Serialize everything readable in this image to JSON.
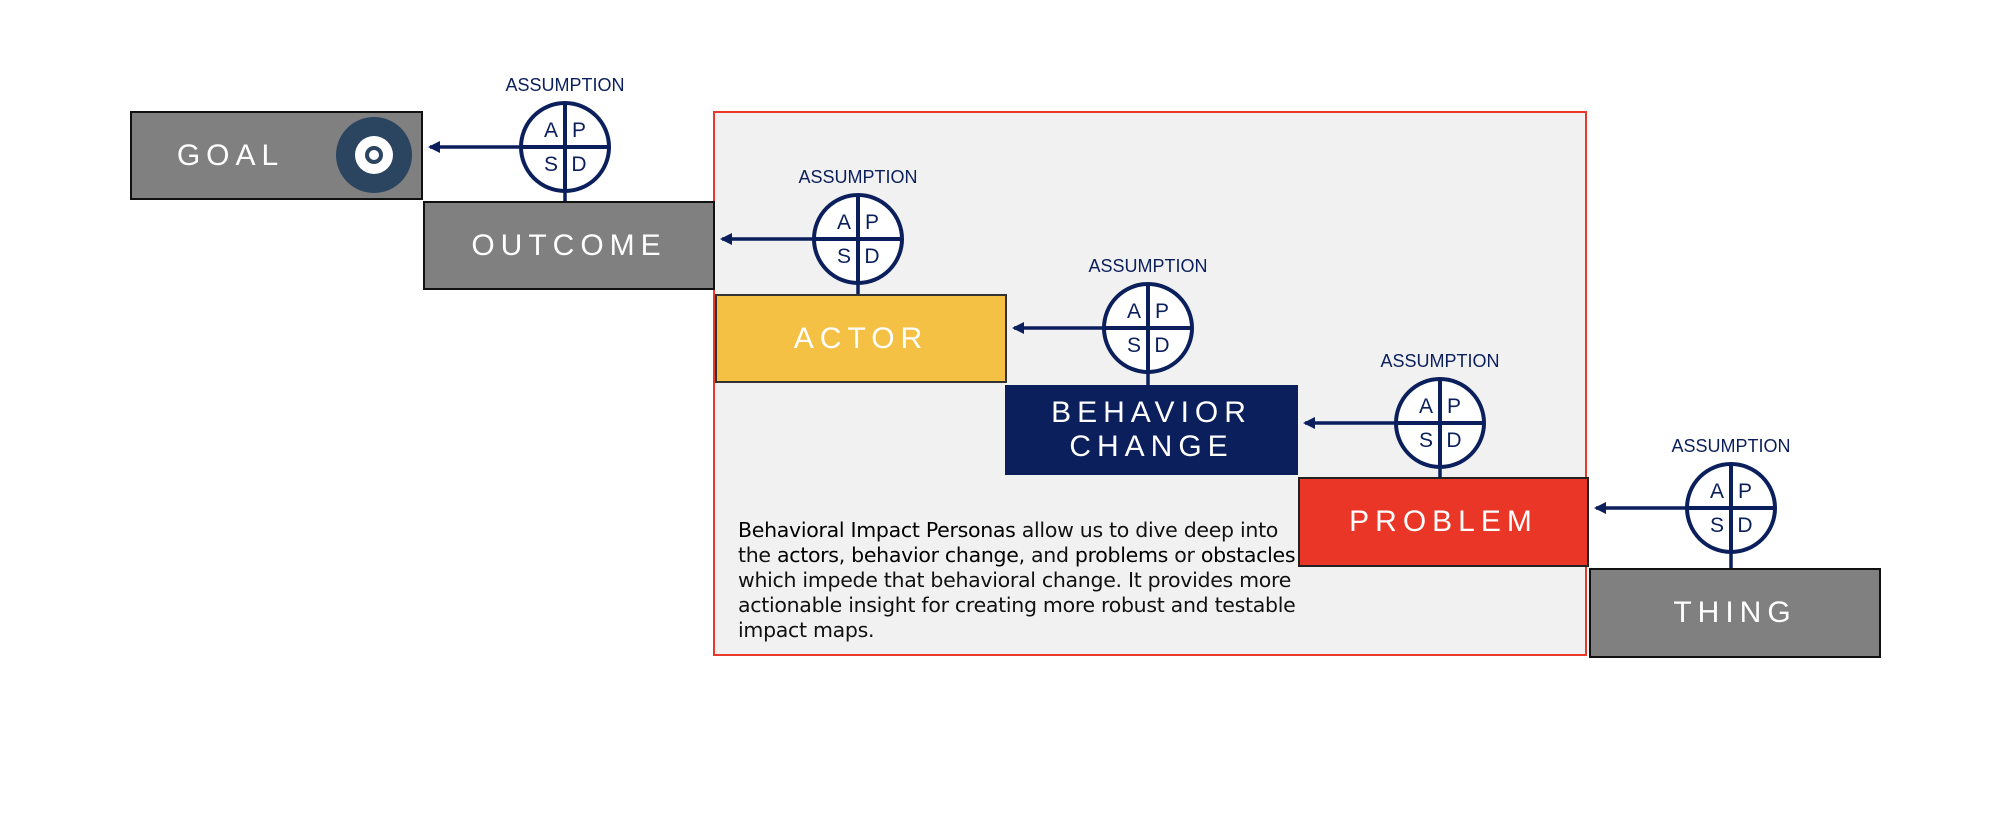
{
  "boxes": {
    "goal": "GOAL",
    "outcome": "OUTCOME",
    "actor": "ACTOR",
    "behavior_change_line1": "BEHAVIOR",
    "behavior_change_line2": "CHANGE",
    "problem": "PROBLEM",
    "thing": "THING"
  },
  "assumption": {
    "label": "ASSUMPTION",
    "quadrants": {
      "top_left": "A",
      "top_right": "P",
      "bottom_left": "S",
      "bottom_right": "D"
    }
  },
  "note": {
    "bold1": "Behavioral Impact Personas",
    "t1": " allow us to dive deep into the ",
    "bold2": "actors",
    "t2": ", ",
    "bold3": "behavior change",
    "t3": ", and ",
    "bold4": "problems",
    "t4": " or ",
    "bold5": "obstacles",
    "t5": " which impede that behavioral change. It provides more actionable insight for creating more robust and testable impact maps."
  },
  "colors": {
    "gray": "#808080",
    "actor_yellow": "#f5c145",
    "behavior_navy": "#0a1f5c",
    "problem_red": "#ea3626",
    "panel_border": "#e8392b",
    "panel_bg": "#f1f1f1",
    "assumption_navy": "#0a1f5c",
    "target": "#2b4560"
  },
  "icons": {
    "goal": "target-icon"
  }
}
